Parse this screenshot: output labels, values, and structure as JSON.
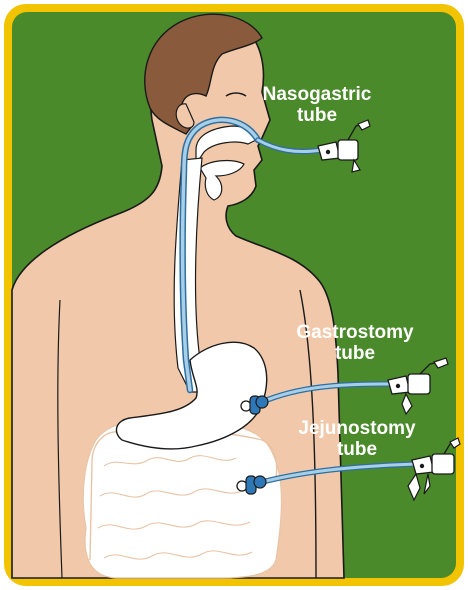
{
  "diagram": {
    "colors": {
      "border": "#f2c400",
      "background": "#4a8a2a",
      "skin": "#f1c9aa",
      "hair": "#8a5a3c",
      "tube": "#a9cfe6",
      "tube_outline": "#2e6fa3",
      "connector": "#2f78b7",
      "organ": "#ffffff",
      "outline": "#1a1a1a"
    },
    "labels": {
      "nasogastric": {
        "line1": "Nasogastric",
        "line2": "tube"
      },
      "gastrostomy": {
        "line1": "Gastrostomy",
        "line2": "tube"
      },
      "jejunostomy": {
        "line1": "Jejunostomy",
        "line2": "tube"
      }
    }
  }
}
